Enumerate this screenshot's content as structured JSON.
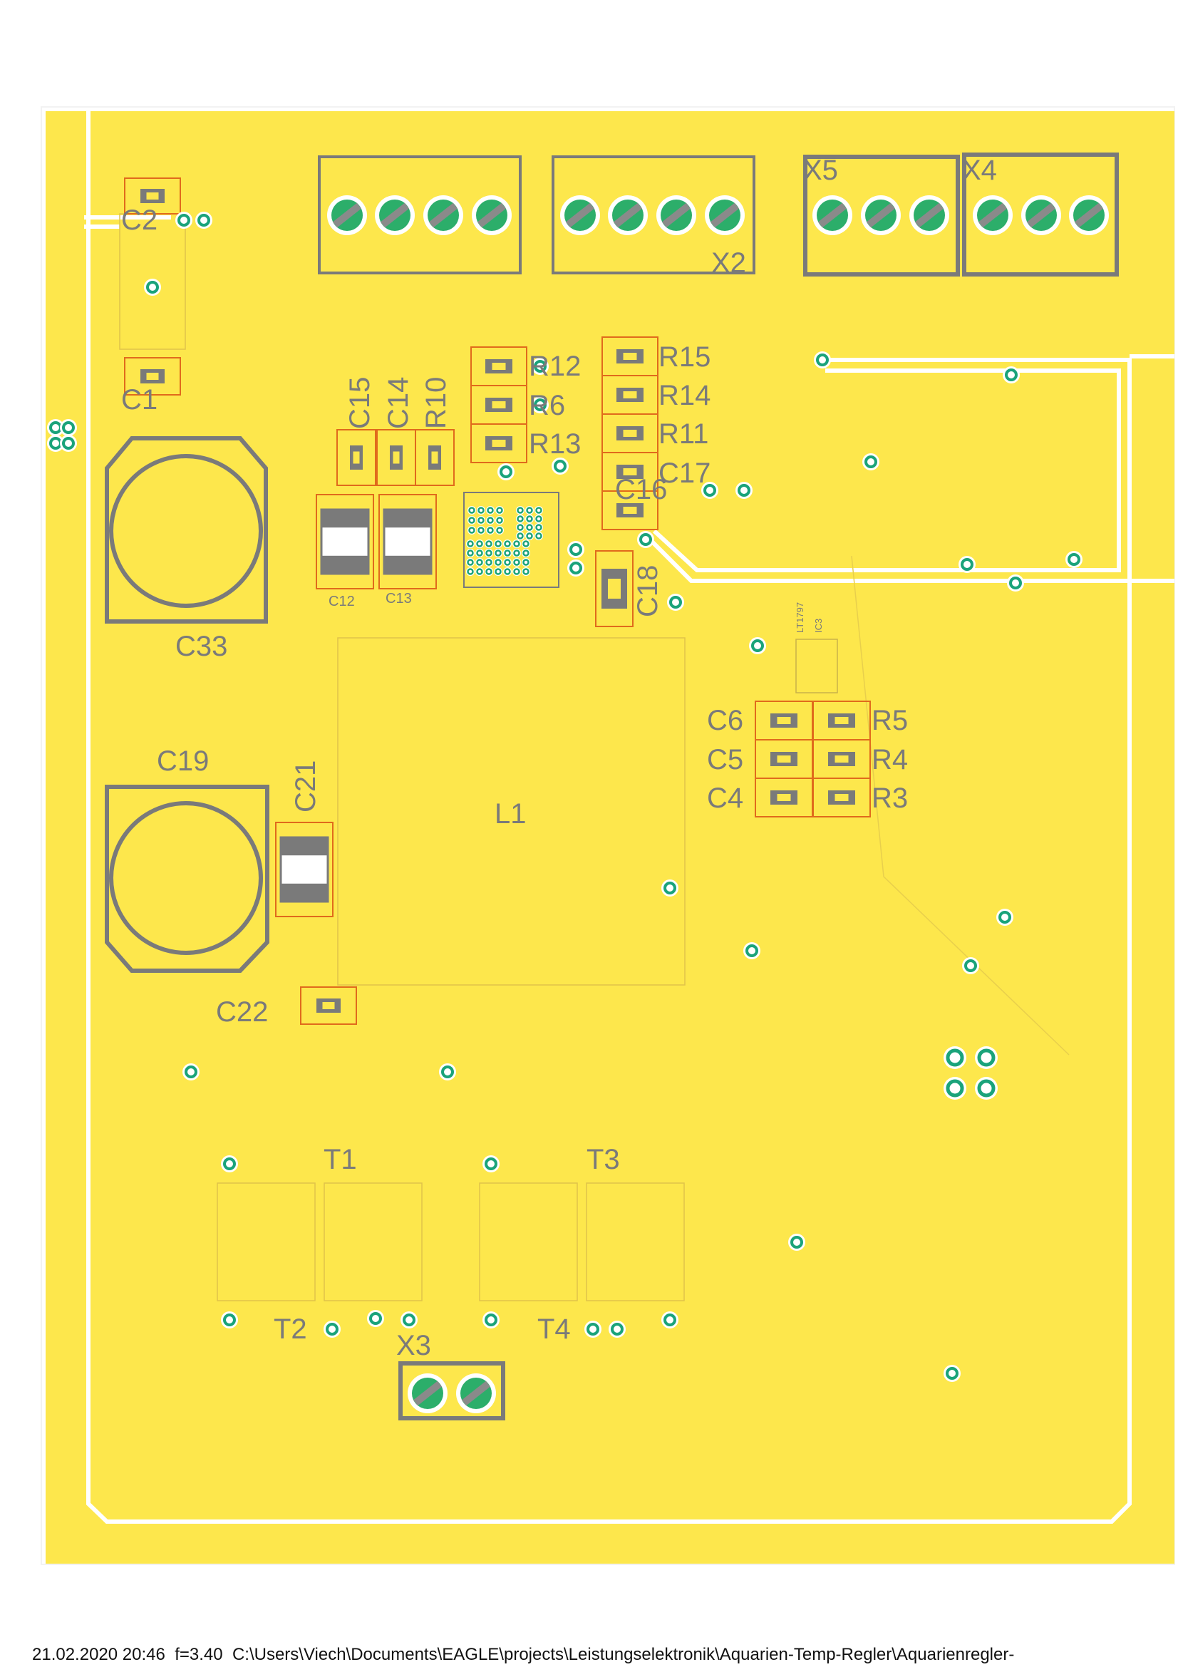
{
  "colors": {
    "board": "#fde74c",
    "outline": "#ffffff",
    "silkscreen": "#7a7a7a",
    "pad_outline": "#e06a1c",
    "via": "#1aa37a",
    "terminal": "#2cae6a"
  },
  "footer": {
    "datetime": "21.02.2020 20:46",
    "scale": "f=3.40",
    "path": "C:\\Users\\Viech\\Documents\\EAGLE\\projects\\Leistungselektronik\\Aquarien-Temp-Regler\\Aquarienregler-"
  },
  "labels": {
    "c2": "C2",
    "c1": "C1",
    "c33": "C33",
    "c19": "C19",
    "c21": "C21",
    "c22": "C22",
    "c15": "C15",
    "c14": "C14",
    "r10": "R10",
    "c12": "C12",
    "c13": "C13",
    "r12": "R12",
    "r6": "R6",
    "r13": "R13",
    "r15": "R15",
    "r14": "R14",
    "r11": "R11",
    "c17": "C17",
    "c16": "C16",
    "c18": "C18",
    "x2": "X2",
    "x5": "X5",
    "x4": "X4",
    "x3": "X3",
    "l1": "L1",
    "lt1797": "LT1797",
    "ic3": "IC3",
    "c6": "C6",
    "c5": "C5",
    "c4": "C4",
    "r5": "R5",
    "r4": "R4",
    "r3": "R3",
    "t1": "T1",
    "t2": "T2",
    "t3": "T3",
    "t4": "T4"
  }
}
